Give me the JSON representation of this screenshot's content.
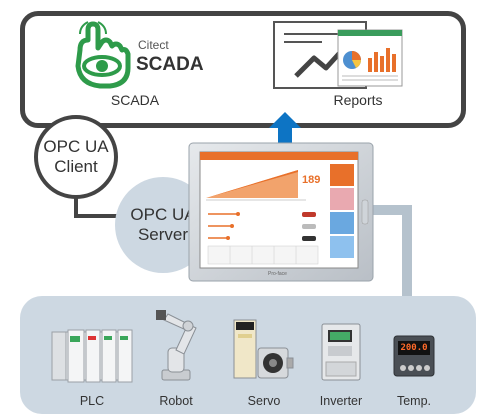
{
  "top_panel": {
    "scada": {
      "logo_line1": "Citect",
      "logo_line2": "SCADA",
      "label": "SCADA"
    },
    "reports": {
      "label": "Reports"
    }
  },
  "opc_client": {
    "line1": "OPC UA",
    "line2": "Client"
  },
  "opc_server": {
    "line1": "OPC UA",
    "line2": "Server"
  },
  "hmi": {
    "brand_text": "Pro-face",
    "screen_value": "189"
  },
  "devices": [
    {
      "label": "PLC"
    },
    {
      "label": "Robot"
    },
    {
      "label": "Servo"
    },
    {
      "label": "Inverter"
    },
    {
      "label": "Temp.",
      "display_value": "200.0"
    }
  ],
  "colors": {
    "frame": "#444444",
    "arrow": "#0d74c4",
    "strip": "#cdd8e2",
    "scada_green": "#2e9b4a",
    "hmi_orange": "#e8702a"
  }
}
